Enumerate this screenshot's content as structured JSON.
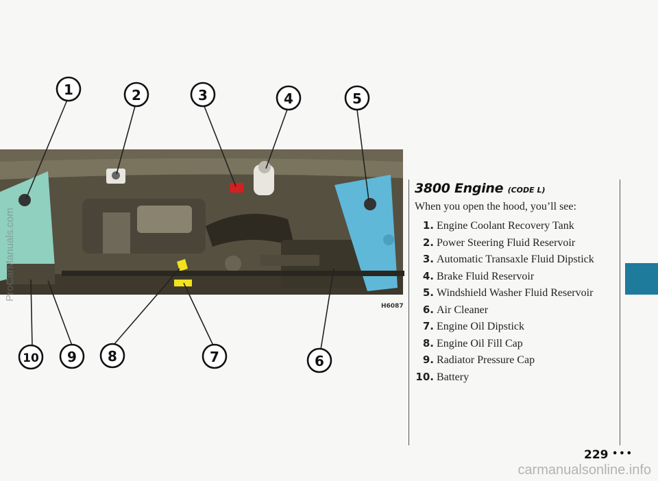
{
  "figure": {
    "photo_code": "H6087",
    "top_callouts": [
      "1",
      "2",
      "3",
      "4",
      "5"
    ],
    "bottom_callouts": [
      "10",
      "9",
      "8",
      "7",
      "6"
    ]
  },
  "section": {
    "title": "3800 Engine",
    "code": "(CODE L)",
    "intro": "When you open the hood, you’ll see:",
    "items": [
      {
        "num": "1.",
        "label": "Engine Coolant Recovery Tank"
      },
      {
        "num": "2.",
        "label": "Power Steering Fluid Reservoir"
      },
      {
        "num": "3.",
        "label": "Automatic Transaxle Fluid Dipstick"
      },
      {
        "num": "4.",
        "label": "Brake Fluid Reservoir"
      },
      {
        "num": "5.",
        "label": "Windshield Washer Fluid Reservoir"
      },
      {
        "num": "6.",
        "label": "Air Cleaner"
      },
      {
        "num": "7.",
        "label": "Engine Oil Dipstick"
      },
      {
        "num": "8.",
        "label": "Engine Oil Fill Cap"
      },
      {
        "num": "9.",
        "label": "Radiator Pressure Cap"
      },
      {
        "num": "10.",
        "label": "Battery"
      }
    ]
  },
  "page": {
    "number": "229",
    "dots": "•••"
  },
  "watermarks": {
    "side": "ProCarManuals.com",
    "bottom": "carmanualsonline.info"
  },
  "colors": {
    "section_tab": "#1e7b9c",
    "washer_tank": "#5fb8d8",
    "coolant_tank": "#8fd0bf",
    "highlight": "#f3e21c"
  }
}
